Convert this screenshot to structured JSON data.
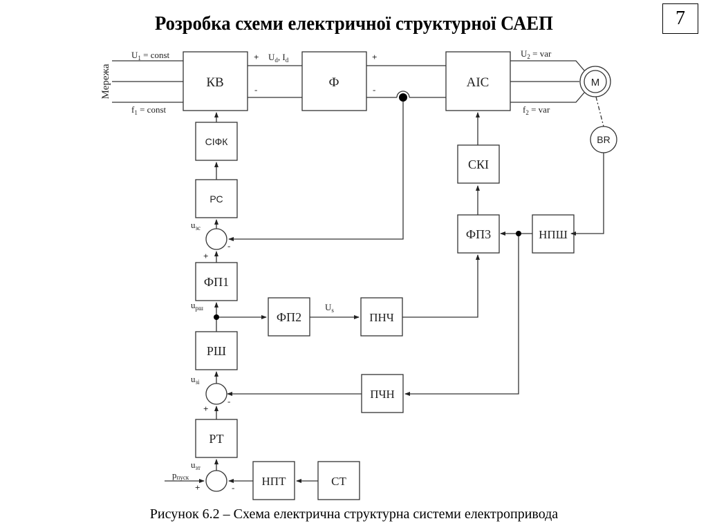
{
  "title": "Розробка схеми електричної структурної САЕП",
  "page_number": "7",
  "caption": "Рисунок 6.2 – Схема електрична структурна системи електропривода",
  "labels": {
    "network": "Мережа",
    "u1": "U",
    "u1_sub": "1",
    "u1_rest": " = const",
    "f1": "f",
    "f1_sub": "1",
    "f1_rest": " = const",
    "ud": "U",
    "ud_sub": "d",
    "id_sep": ", I",
    "id_sub": "d",
    "u2": "U",
    "u2_sub": "2",
    "u2_rest": " = var",
    "f2": "f",
    "f2_sub": "2",
    "f2_rest": " = var",
    "plus": "+",
    "minus": "-",
    "u_zs": "u",
    "u_zs_sub": "зс",
    "u_rsh": "u",
    "u_rsh_sub": "рш",
    "u_zi": "u",
    "u_zi_sub": "зі",
    "u_zt": "u",
    "u_zt_sub": "зт",
    "p_pusk": "p",
    "p_pusk_sub": "пуск",
    "us": "U",
    "us_sub": "s"
  },
  "blocks": {
    "kv": "КВ",
    "phi": "Ф",
    "ais": "АІС",
    "motor": "M",
    "br": "BR",
    "sifk": "СІФК",
    "rs": "РС",
    "fp1": "ФП1",
    "fp2": "ФП2",
    "fp3": "ФП3",
    "pnch": "ПНЧ",
    "ski": "СКІ",
    "npsh": "НПШ",
    "rsh": "РШ",
    "pchn": "ПЧН",
    "rt": "РТ",
    "npt": "НПТ",
    "st": "СТ"
  }
}
